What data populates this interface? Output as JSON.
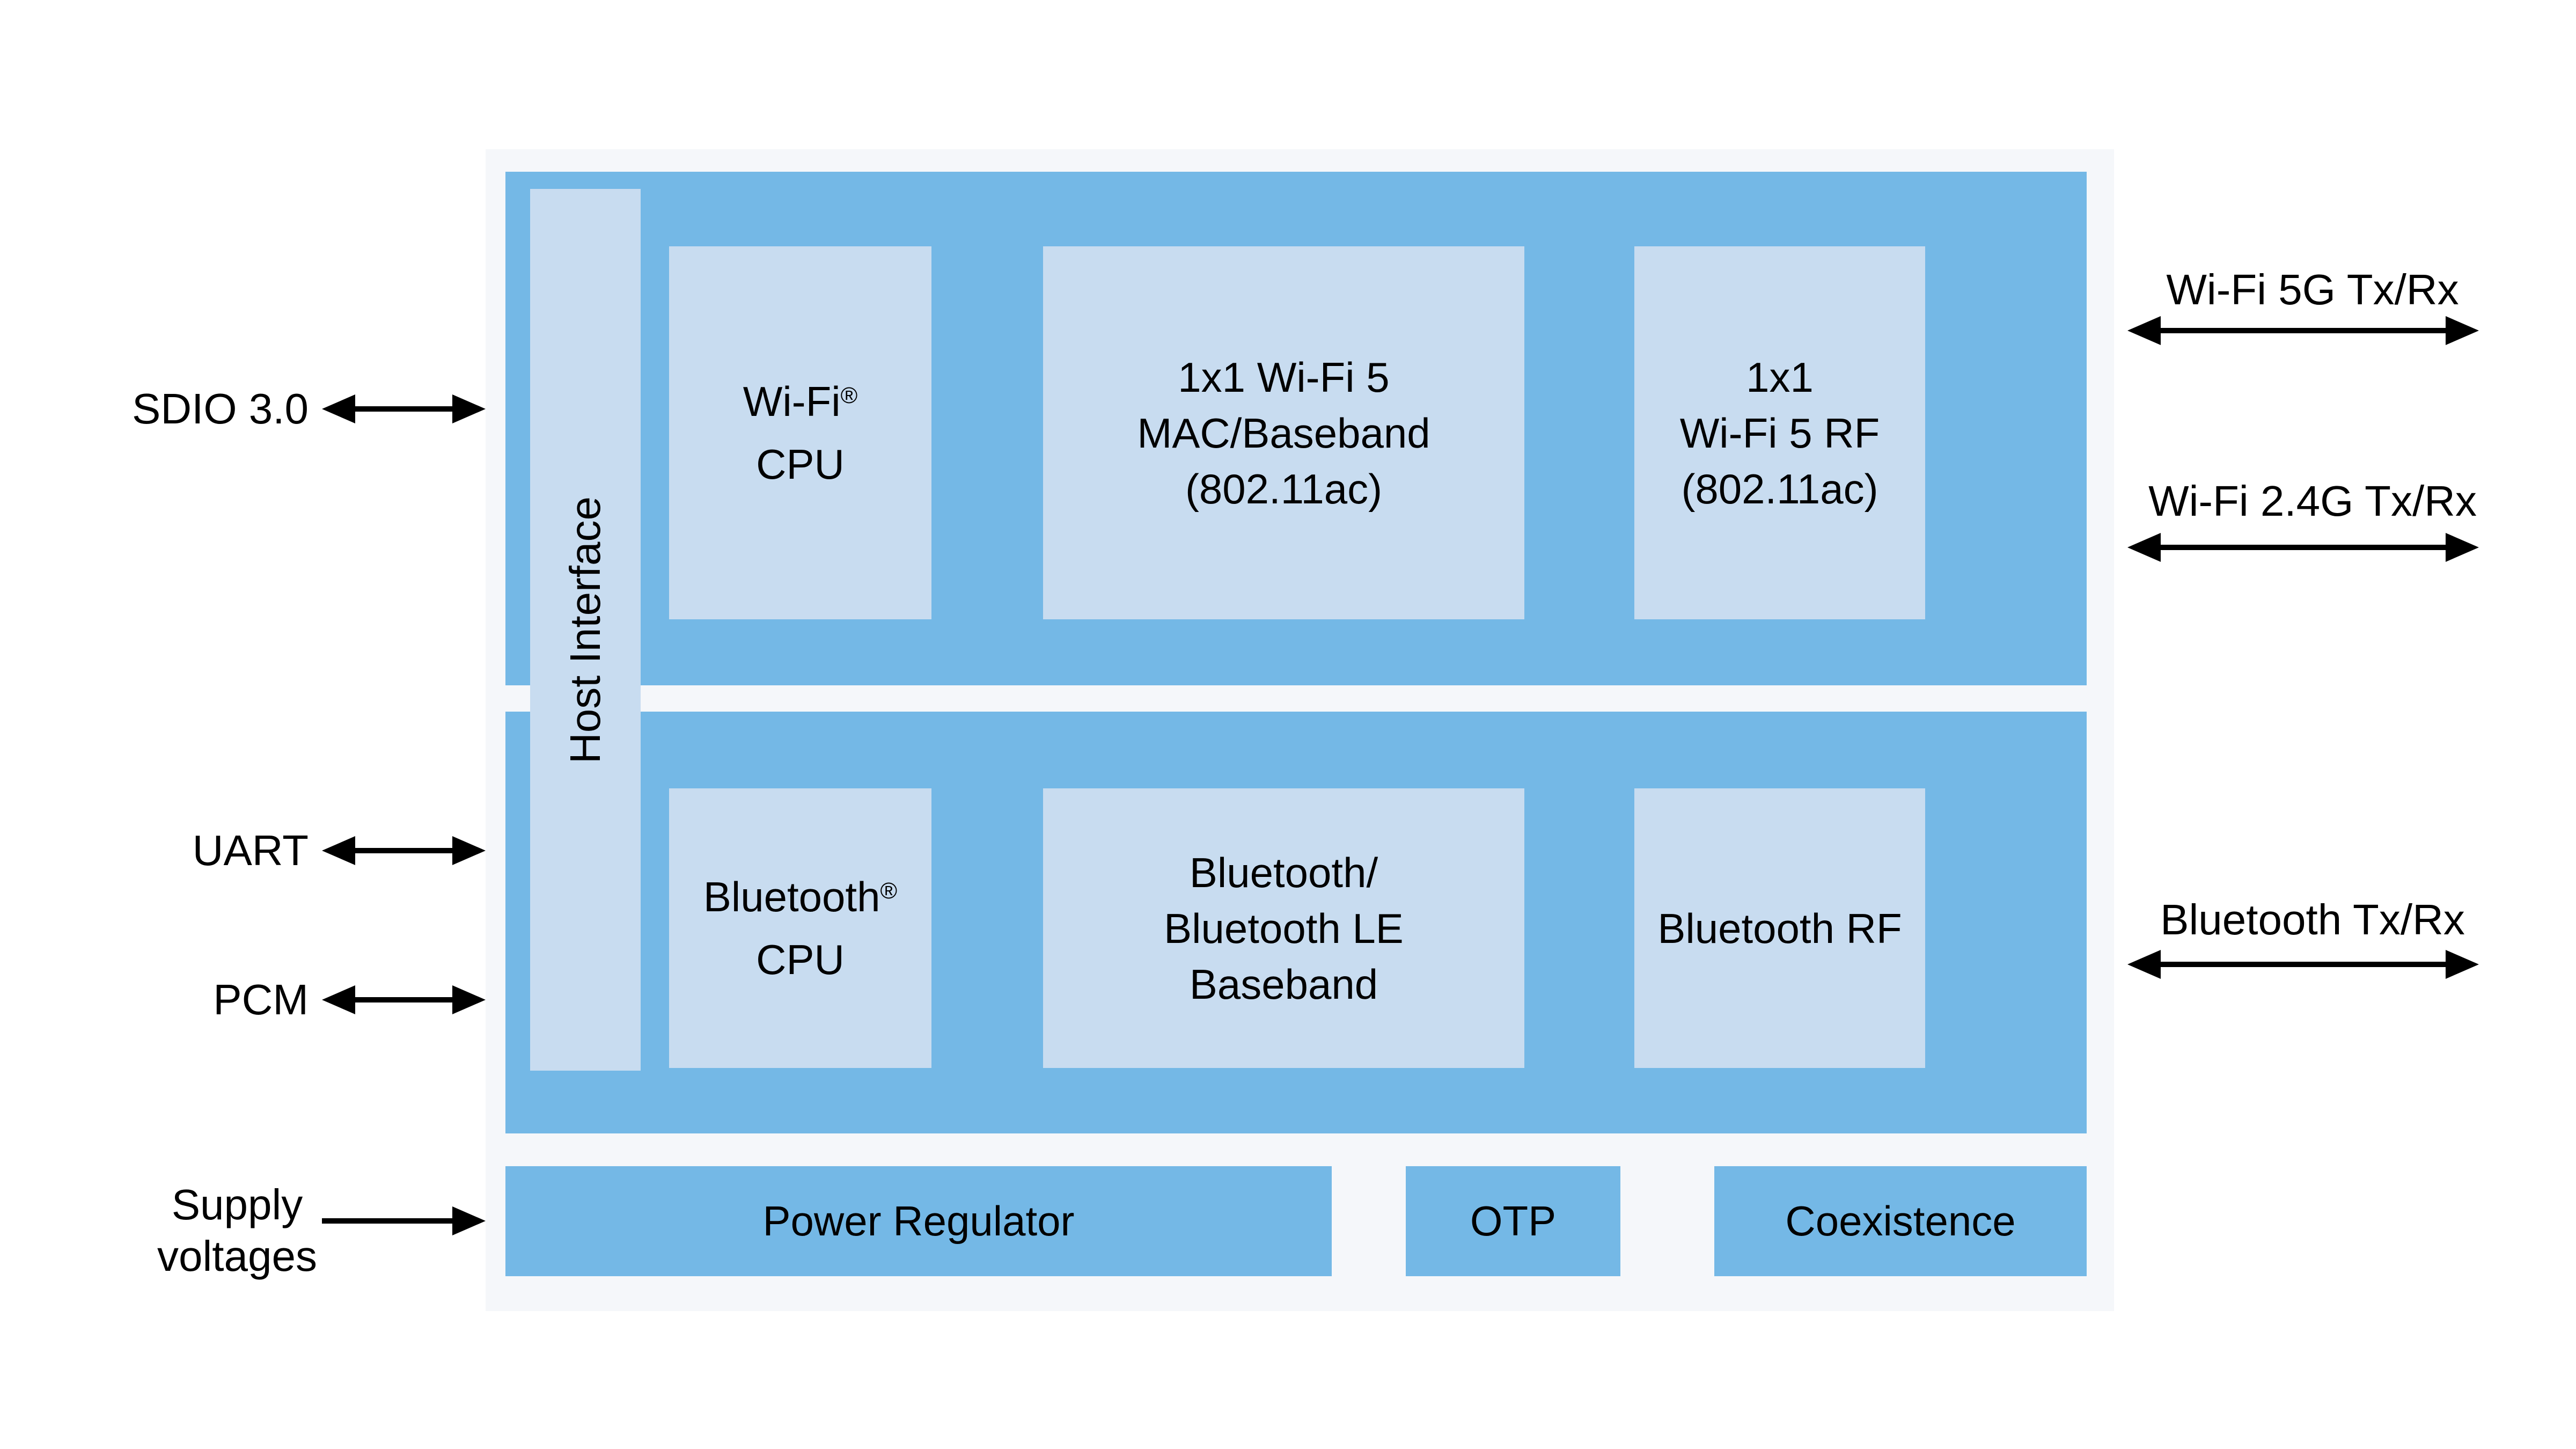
{
  "diagram": {
    "host_interface": {
      "label": "Host Interface"
    },
    "blocks": {
      "wifi_cpu": {
        "line1": "Wi-Fi",
        "line1_sup": "®",
        "line2": "CPU"
      },
      "wifi_mac": {
        "lines": [
          "1x1 Wi-Fi 5",
          "MAC/Baseband",
          "(802.11ac)"
        ]
      },
      "wifi_rf": {
        "lines": [
          "1x1",
          "Wi-Fi 5 RF",
          "(802.11ac)"
        ]
      },
      "bt_cpu": {
        "line1": "Bluetooth",
        "line1_sup": "®",
        "line2": "CPU"
      },
      "bt_bb": {
        "lines": [
          "Bluetooth/",
          "Bluetooth LE",
          "Baseband"
        ]
      },
      "bt_rf": {
        "label": "Bluetooth RF"
      },
      "power_regulator": {
        "label": "Power Regulator"
      },
      "otp": {
        "label": "OTP"
      },
      "coexistence": {
        "label": "Coexistence"
      }
    },
    "left_ports": {
      "sdio": {
        "label": "SDIO 3.0"
      },
      "uart": {
        "label": "UART"
      },
      "pcm": {
        "label": "PCM"
      },
      "supply": {
        "line1": "Supply",
        "line2": "voltages"
      }
    },
    "right_ports": {
      "wifi_5g": {
        "label": "Wi-Fi 5G Tx/Rx"
      },
      "wifi_24g": {
        "label": "Wi-Fi 2.4G Tx/Rx"
      },
      "bluetooth": {
        "label": "Bluetooth Tx/Rx"
      }
    },
    "colors": {
      "band": "#74b8e6",
      "block": "#c8dcf0",
      "panel": "#f5f7fa",
      "arrow": "#000000"
    }
  }
}
